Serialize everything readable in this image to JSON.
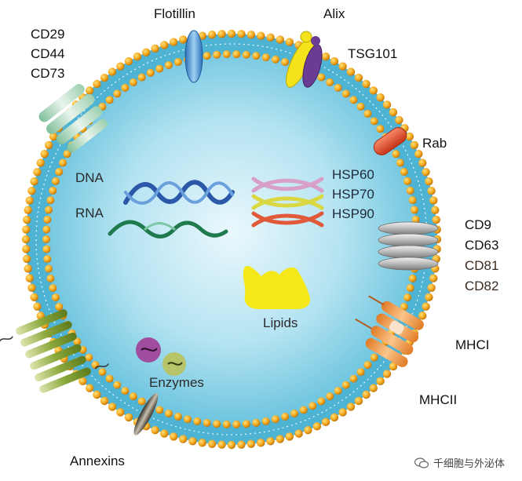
{
  "labels": {
    "flotillin": "Flotillin",
    "alix": "Alix",
    "tsg101": "TSG101",
    "cd29": "CD29",
    "cd44": "CD44",
    "cd73": "CD73",
    "rab": "Rab",
    "dna": "DNA",
    "rna": "RNA",
    "hsp60": "HSP60",
    "hsp70": "HSP70",
    "hsp90": "HSP90",
    "cd9": "CD9",
    "cd63": "CD63",
    "cd81": "CD81",
    "cd82": "CD82",
    "lipids": "Lipids",
    "mhci": "MHCI",
    "mhcii": "MHCII",
    "enzymes": "Enzymes",
    "annexins": "Annexins"
  },
  "watermark": "千细胞与外泌体",
  "colors": {
    "lumen": "#8fd3e6",
    "bead": "#f3a71d",
    "membrane_band": "#5bbad6",
    "flotillin": "#4a8fd0",
    "alix_yellow": "#f4e21a",
    "tsg101_purple": "#6a3c93",
    "rab": "#e2472a",
    "dna": "#2b58a8",
    "rna": "#1f7a4d",
    "hsp60": "#d8a0c8",
    "hsp70": "#d9d843",
    "hsp90": "#e05a3a",
    "tetraspanin": "#9a9a9a",
    "lipids": "#f4e81a",
    "mhc": "#f0a050",
    "annexin": "#6f8a2a",
    "enzyme_purple": "#a04da0",
    "enzyme_green": "#9aa840"
  }
}
